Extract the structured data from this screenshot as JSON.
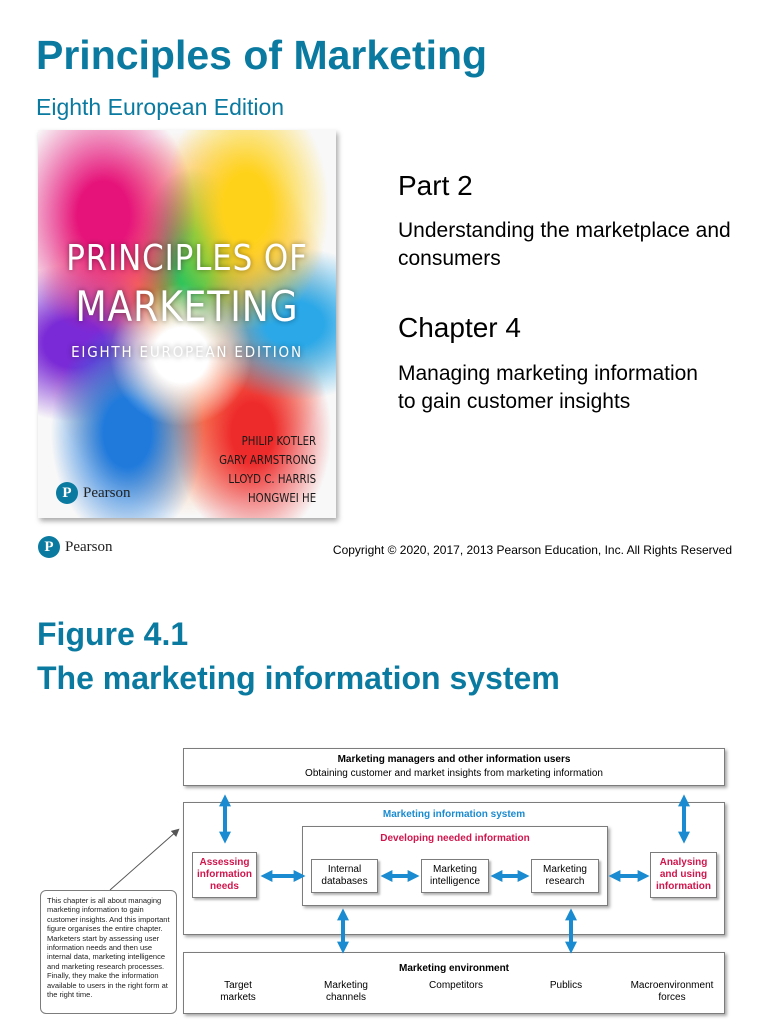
{
  "slide1": {
    "title": "Principles of Marketing",
    "subtitle": "Eighth European Edition",
    "cover": {
      "title_line1": "PRINCIPLES OF",
      "title_line2": "MARKETING",
      "edition": "EIGHTH EUROPEAN EDITION",
      "authors": [
        "PHILIP KOTLER",
        "GARY ARMSTRONG",
        "LLOYD C. HARRIS",
        "HONGWEI HE"
      ],
      "publisher": "Pearson"
    },
    "part_title": "Part 2",
    "part_subtitle": "Understanding the marketplace and consumers",
    "chapter_title": "Chapter 4",
    "chapter_subtitle": "Managing marketing information to gain customer insights",
    "footer_publisher": "Pearson",
    "copyright": "Copyright © 2020, 2017, 2013 Pearson Education, Inc. All Rights Reserved"
  },
  "slide2": {
    "title_line1": "Figure 4.1",
    "title_line2": "The marketing information system",
    "diagram": {
      "managers_title": "Marketing managers and other information users",
      "managers_sub": "Obtaining customer and market insights from marketing information",
      "mis_title": "Marketing information system",
      "developing_title": "Developing needed information",
      "assessing": "Assessing information needs",
      "analysing": "Analysing and using information",
      "internal": "Internal databases",
      "intelligence": "Marketing intelligence",
      "research": "Marketing research",
      "env_title": "Marketing environment",
      "env_items": [
        "Target markets",
        "Marketing channels",
        "Competitors",
        "Publics",
        "Macroenvironment forces"
      ],
      "note": "This chapter is all about managing marketing information to gain customer insights. And this important figure organises the entire chapter. Marketers start by assessing user information needs and then use internal data, marketing intelligence and marketing research processes. Finally, they make the information available to users in the right form at the right time."
    }
  },
  "colors": {
    "brand": "#0a7aa0",
    "arrow": "#1a8bd0",
    "accent_red": "#d0164d"
  }
}
